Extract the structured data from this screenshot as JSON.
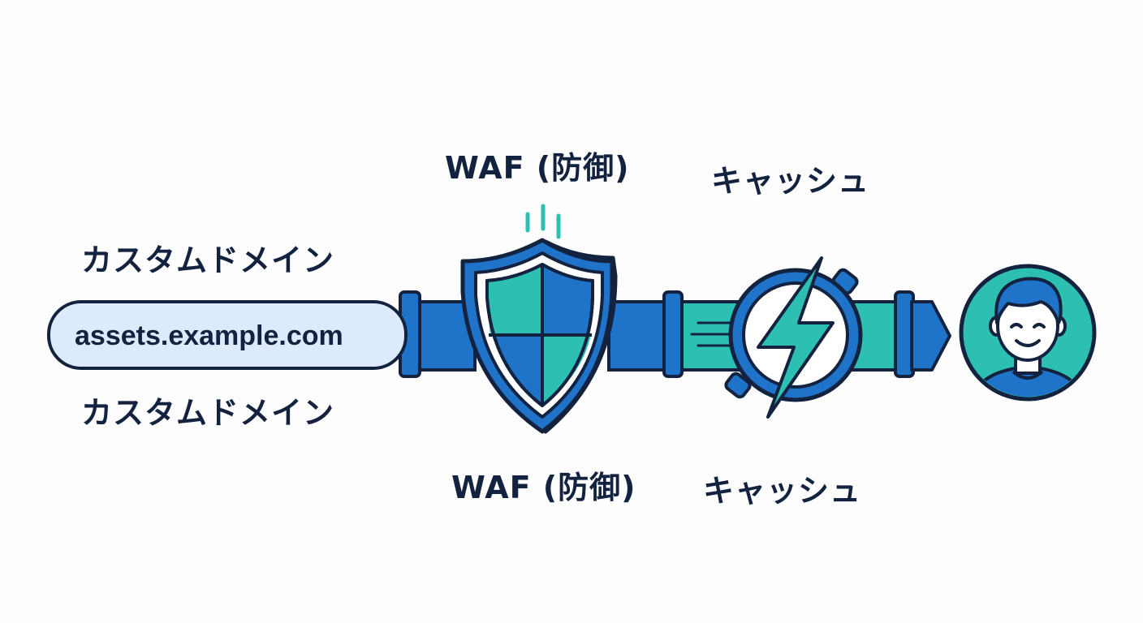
{
  "labels": {
    "custom_domain_top": "カスタムドメイン",
    "custom_domain_bottom": "カスタムドメイン",
    "waf_top": "WAF (防御)",
    "waf_bottom": "WAF (防御)",
    "cache_top": "キャッシュ",
    "cache_bottom": "キャッシュ"
  },
  "domain_bar": {
    "text": "assets.example.com"
  },
  "colors": {
    "navy": "#13233f",
    "blue": "#1f73c9",
    "teal": "#2ebfb3",
    "light_blue": "#dceafb",
    "white": "#ffffff"
  },
  "icons": [
    "shield-icon",
    "lightning-stopwatch-icon",
    "user-avatar-icon",
    "arrow-right-icon"
  ]
}
